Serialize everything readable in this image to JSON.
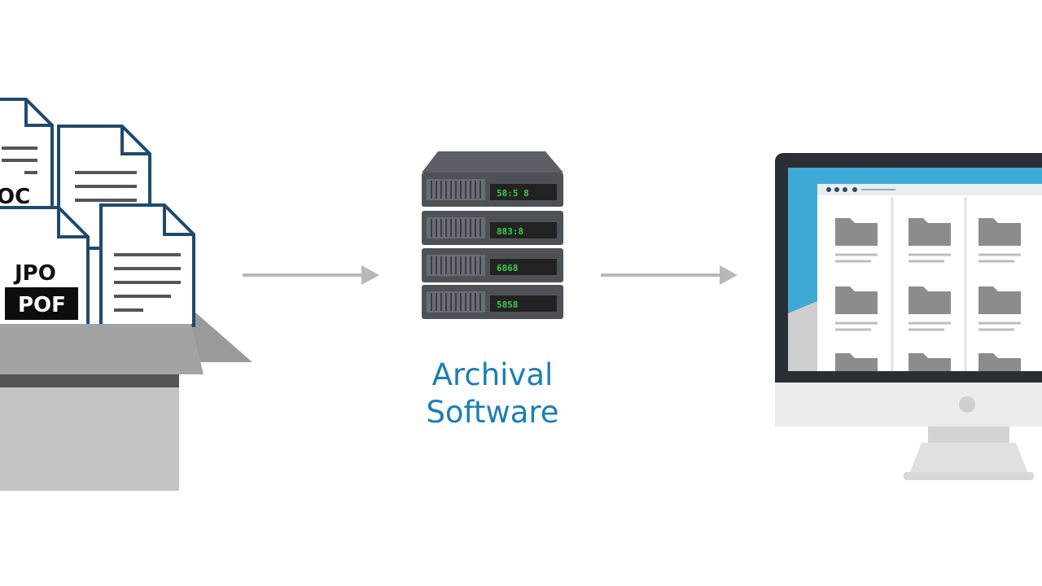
{
  "diagram": {
    "documents": {
      "labels": [
        "OC",
        "JPO",
        "POF"
      ]
    },
    "server": {
      "led_codes": [
        "58:5 8",
        "883:8",
        "6868",
        "5858"
      ],
      "led_color": "#3ad04a"
    },
    "software_label": {
      "line1": "Archival",
      "line2": "Software"
    },
    "colors": {
      "accent_text": "#1a7fb3",
      "doc_outline": "#1f4a6e",
      "arrow": "#b8b8b8",
      "server_body": "#4e5257",
      "monitor_screen": "#3fa9d6"
    },
    "icons": [
      "document-icon",
      "archive-box-icon",
      "server-icon",
      "arrow-right-icon",
      "monitor-icon",
      "folder-icon"
    ]
  }
}
